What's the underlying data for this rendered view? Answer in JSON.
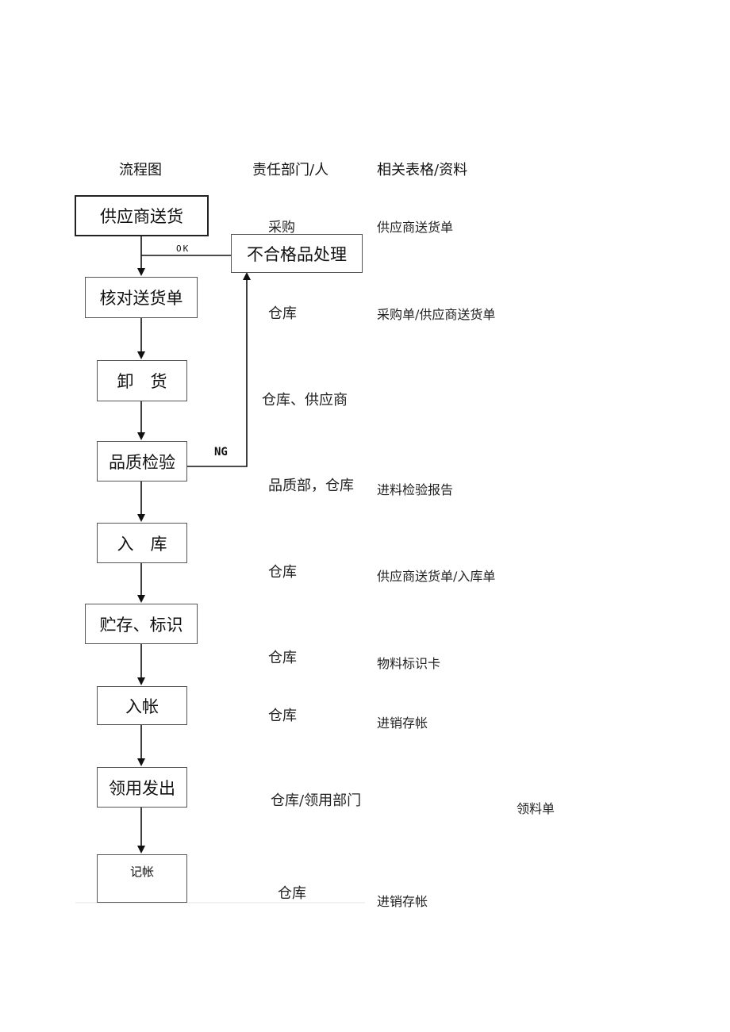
{
  "headers": {
    "flow": "流程图",
    "dept": "责任部门/人",
    "forms": "相关表格/资料"
  },
  "steps": [
    {
      "label": "供应商送货",
      "dept": "采购",
      "form": "供应商送货单"
    },
    {
      "label": "核对送货单",
      "dept": "仓库",
      "form": "采购单/供应商送货单"
    },
    {
      "label": "卸　货",
      "dept": "仓库、供应商",
      "form": ""
    },
    {
      "label": "品质检验",
      "dept": "品质部，仓库",
      "form": "进料检验报告"
    },
    {
      "label": "入　库",
      "dept": "仓库",
      "form": "供应商送货单/入库单"
    },
    {
      "label": "贮存、标识",
      "dept": "仓库",
      "form": "物料标识卡"
    },
    {
      "label": "入帐",
      "dept": "仓库",
      "form": "进销存帐"
    },
    {
      "label": "领用发出",
      "dept": "仓库/领用部门",
      "form": "领料单"
    },
    {
      "label": "记帐",
      "dept": "仓库",
      "form": "进销存帐"
    }
  ],
  "reject_box": "不合格品处理",
  "labels": {
    "ok": "OK",
    "ng": "NG"
  }
}
